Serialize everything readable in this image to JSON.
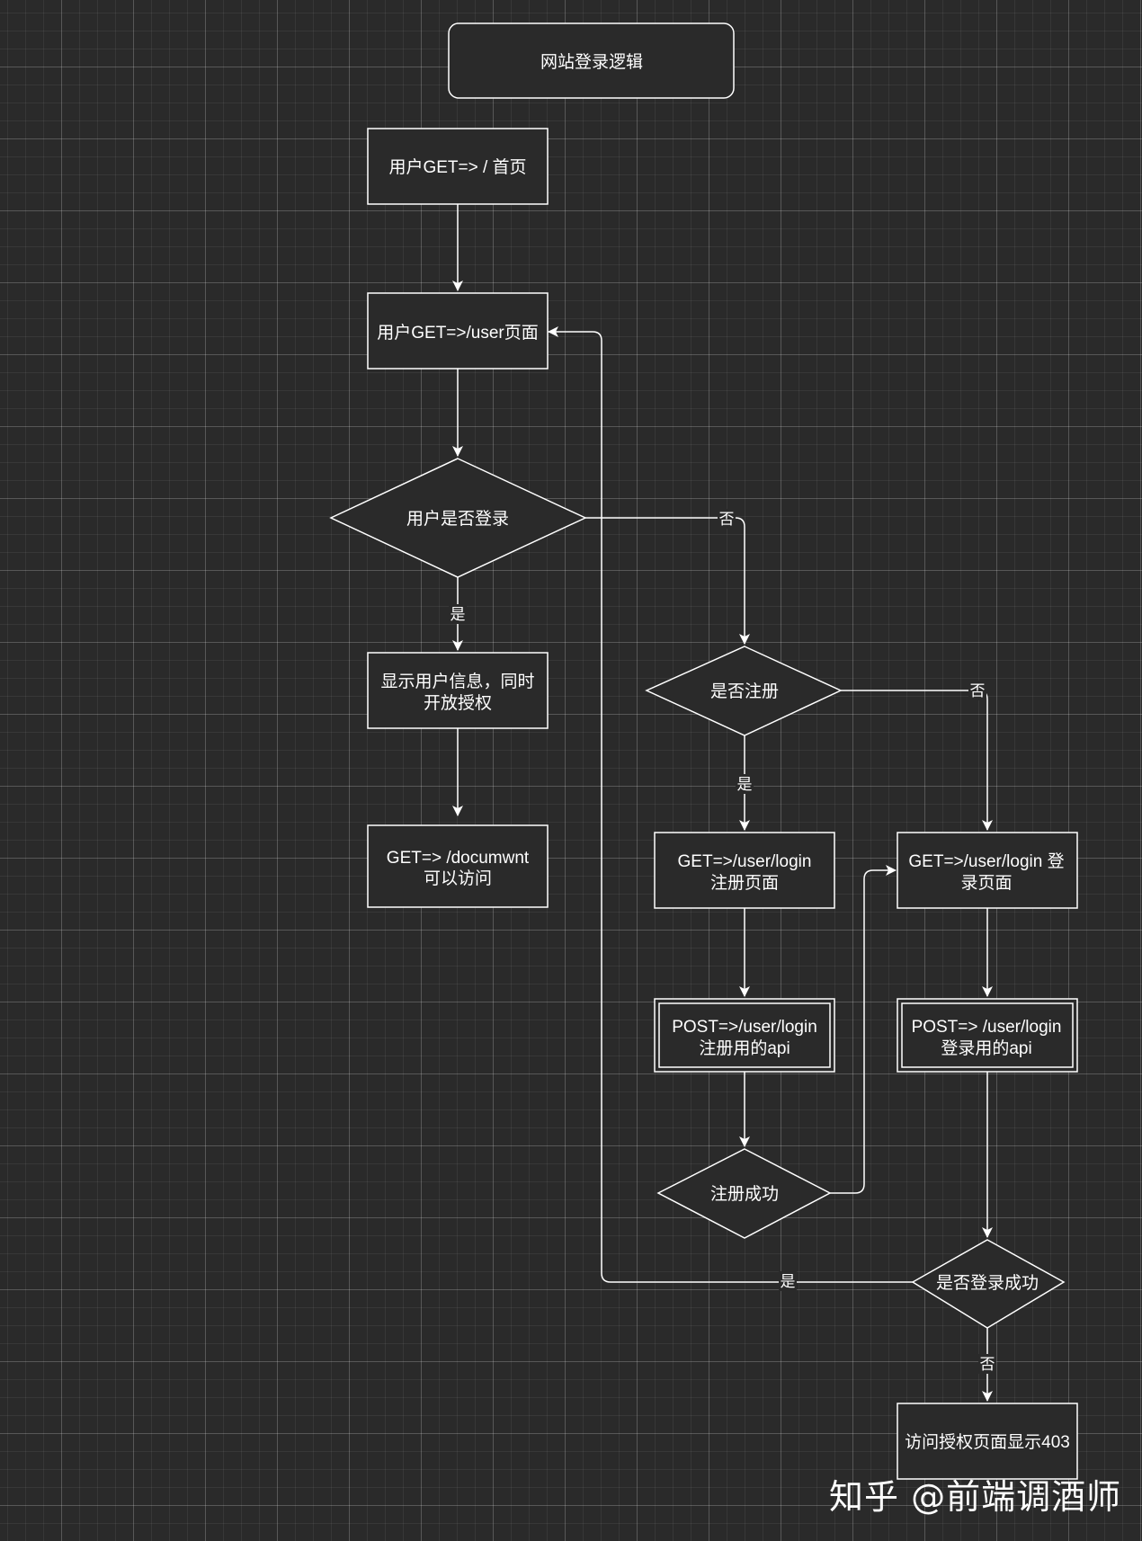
{
  "title": "网站登录逻辑",
  "nodes": {
    "get_home": [
      "用户GET=> / 首页"
    ],
    "get_user": [
      "用户GET=>/user页面"
    ],
    "is_logged_in": [
      "用户是否登录"
    ],
    "show_info": [
      "显示用户信息，同时",
      "开放授权"
    ],
    "get_document": [
      "GET=> /documwnt",
      "可以访问"
    ],
    "is_registered": [
      "是否注册"
    ],
    "register_page": [
      "GET=>/user/login",
      "注册页面"
    ],
    "login_page": [
      "GET=>/user/login 登",
      "录页面"
    ],
    "register_api": [
      "POST=>/user/login",
      "注册用的api"
    ],
    "login_api": [
      "POST=> /user/login",
      "登录用的api"
    ],
    "register_success": [
      "注册成功"
    ],
    "login_success": [
      "是否登录成功"
    ],
    "show_403": [
      "访问授权页面显示403"
    ]
  },
  "edge_labels": {
    "logged_yes": "是",
    "logged_no": "否",
    "registered_yes": "是",
    "registered_no": "否",
    "login_success_yes": "是",
    "login_success_no": "否"
  },
  "watermark": "知乎 @前端调酒师"
}
